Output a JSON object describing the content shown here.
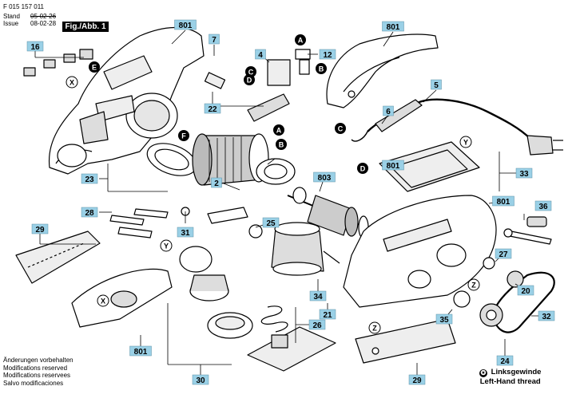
{
  "header": {
    "part_number": "F 015 157 011",
    "stand_label": "Stand",
    "stand_date_struck": "05-02-26",
    "issue_label": "Issue",
    "issue_date": "08-02-28",
    "figure_label": "Fig./Abb. 1"
  },
  "callouts": [
    {
      "id": "801"
    },
    {
      "id": "801"
    },
    {
      "id": "801"
    },
    {
      "id": "801"
    },
    {
      "id": "801"
    },
    {
      "id": "7"
    },
    {
      "id": "16"
    },
    {
      "id": "4"
    },
    {
      "id": "12"
    },
    {
      "id": "5"
    },
    {
      "id": "6"
    },
    {
      "id": "22"
    },
    {
      "id": "23"
    },
    {
      "id": "2"
    },
    {
      "id": "803"
    },
    {
      "id": "28"
    },
    {
      "id": "31"
    },
    {
      "id": "25"
    },
    {
      "id": "29"
    },
    {
      "id": "29"
    },
    {
      "id": "33"
    },
    {
      "id": "36"
    },
    {
      "id": "27"
    },
    {
      "id": "20"
    },
    {
      "id": "34"
    },
    {
      "id": "21"
    },
    {
      "id": "26"
    },
    {
      "id": "35"
    },
    {
      "id": "32"
    },
    {
      "id": "24"
    },
    {
      "id": "30"
    }
  ],
  "letter_markers": [
    "A",
    "B",
    "C",
    "D",
    "E",
    "F"
  ],
  "ref_markers": [
    "X",
    "Y",
    "Z"
  ],
  "notes": {
    "de": "Änderungen vorbehalten",
    "en": "Modifications reserved",
    "fr": "Modifications reservees",
    "es": "Salvo modificaciones"
  },
  "thread_legend": {
    "symbol": "✪",
    "de": "Linksgewinde",
    "en": "Left-Hand thread"
  },
  "colors": {
    "callout_fill": "#9ad0e6",
    "line": "#000000",
    "part_fill": "#ffffff",
    "part_shade": "#c8c8c8"
  }
}
